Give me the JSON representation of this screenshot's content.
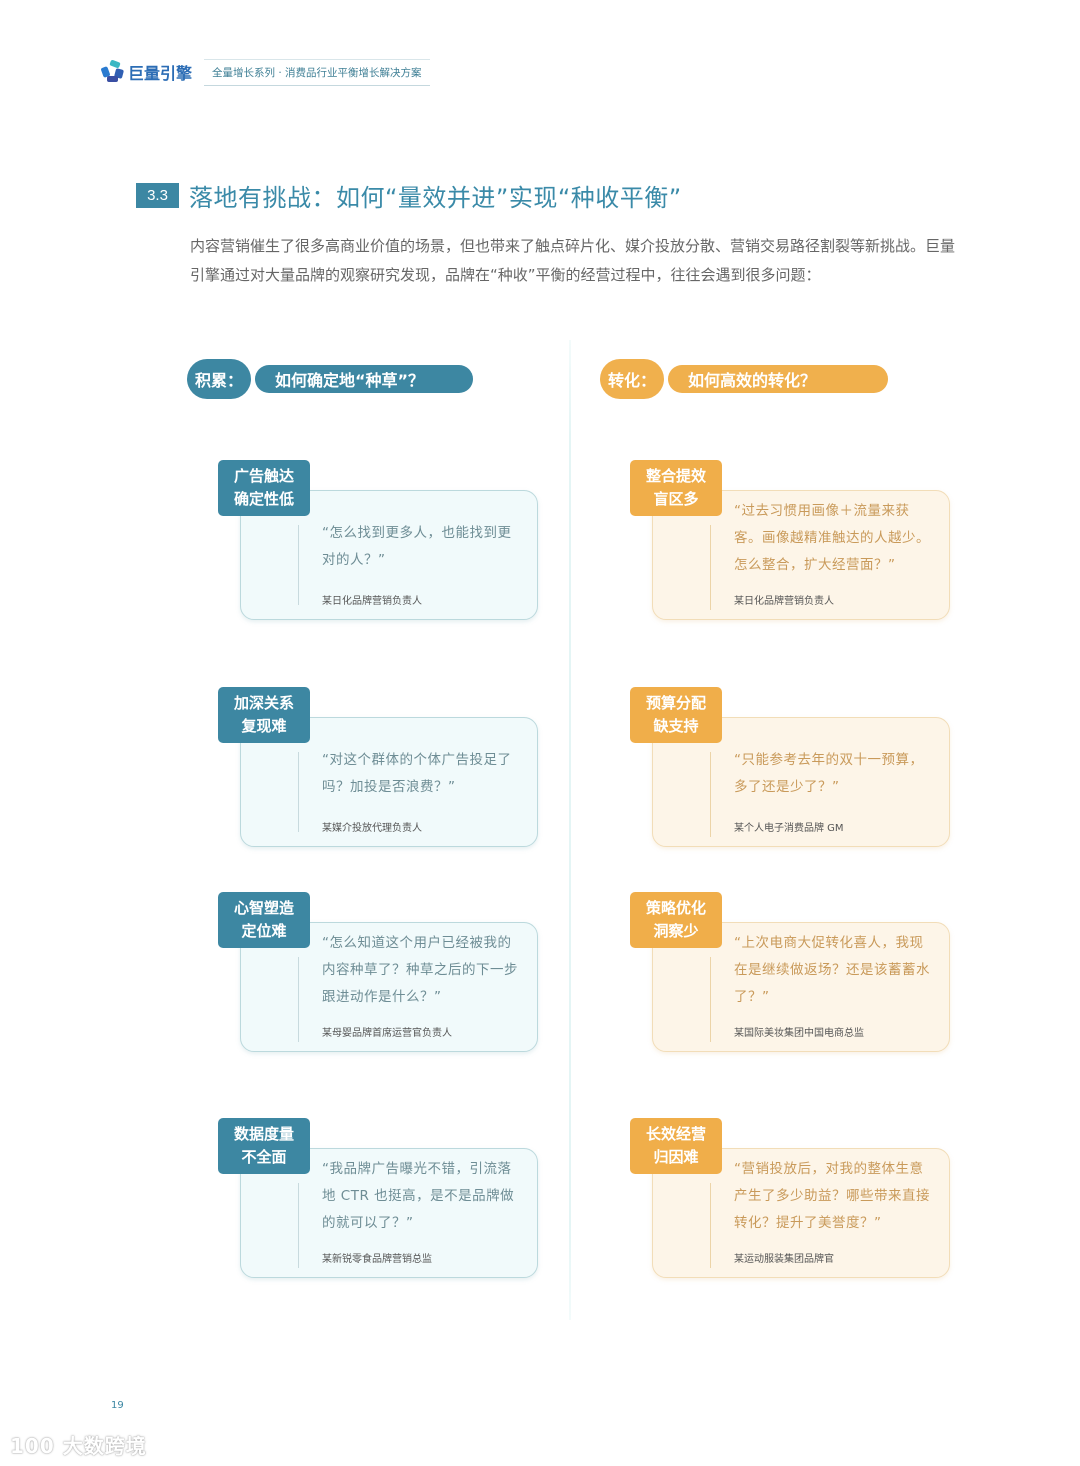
{
  "header": {
    "logo_text": "巨量引擎",
    "subtitle": "全量增长系列 · 消费品行业平衡增长解决方案"
  },
  "section": {
    "number": "3.3",
    "title": "落地有挑战：如何“量效并进”实现“种收平衡”"
  },
  "intro": "内容营销催生了很多高商业价值的场景，但也带来了触点碎片化、媒介投放分散、营销交易路径割裂等新挑战。巨量引擎通过对大量品牌的观察研究发现，品牌在“种收”平衡的经营过程中，往往会遇到很多问题：",
  "colors": {
    "blue": "#3d87a2",
    "orange": "#f0b04d",
    "blue_card_bg": "#f1fafb",
    "orange_card_bg": "#fdf5e8"
  },
  "left_column": {
    "label": "积累：",
    "question": "如何确定地“种草”？",
    "cards": [
      {
        "tag_line1": "广告触达",
        "tag_line2": "确定性低",
        "quote": "“怎么找到更多人，也能找到更对的人？”",
        "author": "某日化品牌营销负责人"
      },
      {
        "tag_line1": "加深关系",
        "tag_line2": "复现难",
        "quote": "“对这个群体的个体广告投足了吗？加投是否浪费？”",
        "author": "某媒介投放代理负责人"
      },
      {
        "tag_line1": "心智塑造",
        "tag_line2": "定位难",
        "quote": "“怎么知道这个用户已经被我的内容种草了？种草之后的下一步跟进动作是什么？”",
        "author": "某母婴品牌首席运营官负责人"
      },
      {
        "tag_line1": "数据度量",
        "tag_line2": "不全面",
        "quote": "“我品牌广告曝光不错，引流落地 CTR 也挺高，是不是品牌做的就可以了？”",
        "author": "某新锐零食品牌营销总监"
      }
    ]
  },
  "right_column": {
    "label": "转化：",
    "question": "如何高效的转化？",
    "cards": [
      {
        "tag_line1": "整合提效",
        "tag_line2": "盲区多",
        "quote": "“过去习惯用画像＋流量来获客。画像越精准触达的人越少。怎么整合，扩大经营面？”",
        "author": "某日化品牌营销负责人"
      },
      {
        "tag_line1": "预算分配",
        "tag_line2": "缺支持",
        "quote": "“只能参考去年的双十一预算，多了还是少了？”",
        "author": "某个人电子消费品牌 GM"
      },
      {
        "tag_line1": "策略优化",
        "tag_line2": "洞察少",
        "quote": "“上次电商大促转化喜人，我现在是继续做返场？还是该蓄蓄水了？”",
        "author": "某国际美妆集团中国电商总监"
      },
      {
        "tag_line1": "长效经营",
        "tag_line2": "归因难",
        "quote": "“营销投放后，对我的整体生意产生了多少助益？哪些带来直接转化？提升了美誉度？”",
        "author": "某运动服装集团品牌官"
      }
    ]
  },
  "footer": {
    "page_number": "19",
    "watermark": "100 大数跨境"
  }
}
